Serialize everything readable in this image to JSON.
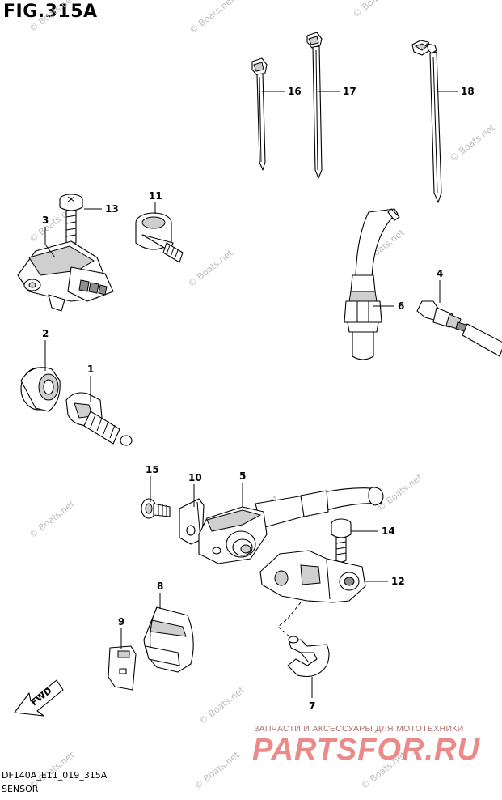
{
  "figure": {
    "title": "FIG.315A",
    "code": "DF140A_E11_019_315A",
    "name": "SENSOR"
  },
  "callouts": [
    "1",
    "2",
    "3",
    "4",
    "5",
    "6",
    "7",
    "8",
    "9",
    "10",
    "11",
    "12",
    "13",
    "14",
    "15",
    "16",
    "17",
    "18"
  ],
  "fwd_label": "FWD",
  "watermark": "© Boats.net",
  "ad": {
    "line": "ЗАПЧАСТИ И АКСЕССУАРЫ ДЛЯ МОТОТЕХНИКИ",
    "logo": "PARTSFOR.RU"
  }
}
